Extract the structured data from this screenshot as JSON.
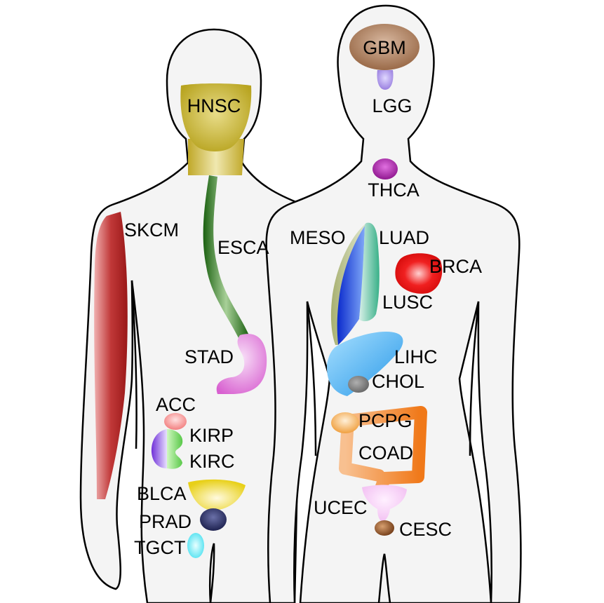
{
  "diagram": {
    "labels": {
      "gbm": "GBM",
      "lgg": "LGG",
      "hnsc": "HNSC",
      "thca": "THCA",
      "skcm": "SKCM",
      "esca": "ESCA",
      "meso": "MESO",
      "luad": "LUAD",
      "brca": "BRCA",
      "lusc": "LUSC",
      "stad": "STAD",
      "lihc": "LIHC",
      "chol": "CHOL",
      "acc": "ACC",
      "kirp": "KIRP",
      "kirc": "KIRC",
      "pcpg": "PCPG",
      "coad": "COAD",
      "blca": "BLCA",
      "prad": "PRAD",
      "ucec": "UCEC",
      "tgct": "TGCT",
      "cesc": "CESC"
    },
    "colors": {
      "gbm": "#a0785a",
      "lgg": "#a890e8",
      "hnsc": "#c9b62e",
      "thca": "#a0209a",
      "skcm": "#b02828",
      "esca": "#2a7a1a",
      "meso": "#b8c090",
      "luad": "#3cb88a",
      "lusc": "#1a3ad8",
      "brca": "#e81818",
      "stad": "#e070d8",
      "lihc": "#40a8f0",
      "chol": "#707070",
      "acc": "#f07878",
      "kirp": "#8040e0",
      "kirc": "#60d060",
      "pcpg": "#f0a050",
      "coad": "#f08020",
      "blca": "#e8d020",
      "prad": "#2a2e60",
      "ucec": "#f0c0f0",
      "tgct": "#60e8f0",
      "cesc": "#8a4a1a"
    }
  }
}
